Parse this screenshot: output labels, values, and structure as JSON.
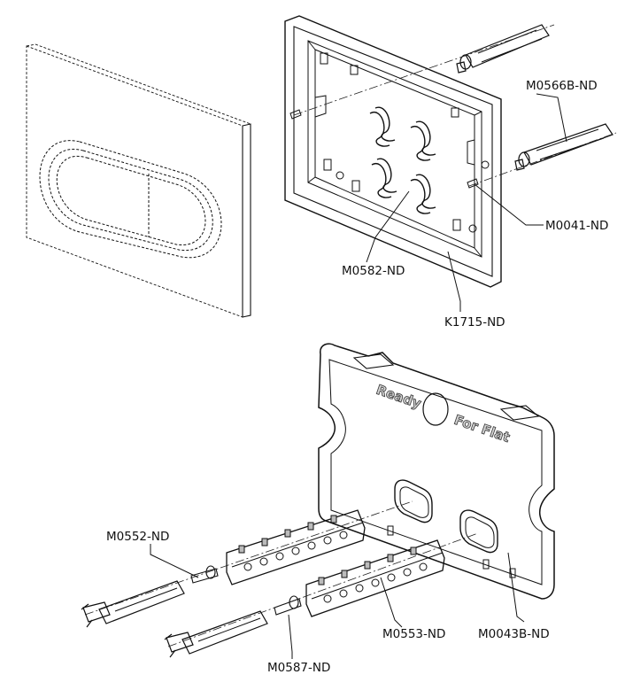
{
  "labels": {
    "m0566b": "M0566B-ND",
    "m0041": "M0041-ND",
    "m0582": "M0582-ND",
    "k1715": "K1715-ND",
    "m0552": "M0552-ND",
    "m0553": "M0553-ND",
    "m0043b": "M0043B-ND",
    "m0587": "M0587-ND"
  },
  "template_text": {
    "ready": "Ready",
    "for_flat": "For Flat"
  }
}
